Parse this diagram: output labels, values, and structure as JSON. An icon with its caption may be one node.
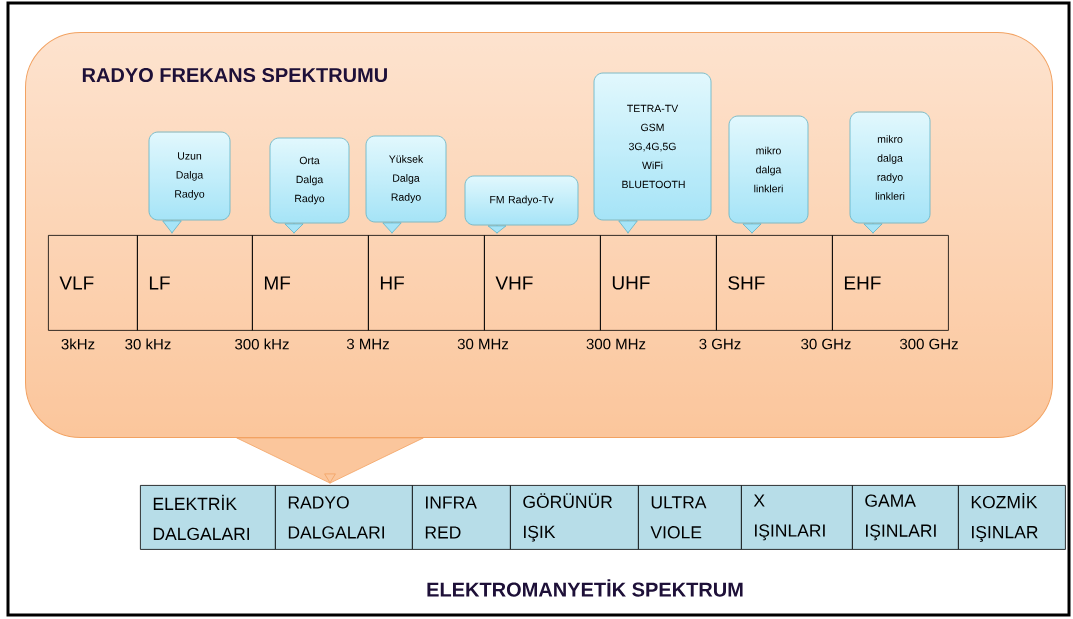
{
  "diagram": {
    "caption": "ELEKTROMANYETİK SPEKTRUM",
    "nodes": [
      {
        "text": [
          "RADYO FREKANS SPEKTRUMU"
        ]
      },
      {
        "text": [
          "Uzun Dalga Radyo"
        ],
        "in": 0
      },
      {
        "text": [
          "Orta Dalga Radyo"
        ],
        "in": 0
      },
      {
        "text": [
          "Yüksek Dalga Radyo"
        ],
        "in": 0
      },
      {
        "text": [
          "FM Radyo-Tv"
        ],
        "in": 0
      },
      {
        "text": [
          "TETRA-TV GSM 3G,4G,5G WiFi BLUETOOTH"
        ],
        "in": 0
      },
      {
        "text": [
          "mikro dalga linkleri"
        ],
        "in": 0
      },
      {
        "text": [
          "mikro dalga radyo linkleri"
        ],
        "in": 0
      },
      {
        "text": [
          "VLF"
        ],
        "in": 0
      },
      {
        "text": [
          "LF"
        ],
        "in": 0
      },
      {
        "text": [
          "MF"
        ],
        "in": 0
      },
      {
        "text": [
          "HF"
        ],
        "in": 0
      },
      {
        "text": [
          "VHF"
        ],
        "in": 0
      },
      {
        "text": [
          "UHF"
        ],
        "in": 0
      },
      {
        "text": [
          "SHF"
        ],
        "in": 0
      },
      {
        "text": [
          "EHF"
        ],
        "in": 0
      },
      {
        "text": [
          "ELEKTRİK DALGALARI"
        ]
      },
      {
        "text": [
          "RADYO DALGALARI"
        ]
      },
      {
        "text": [
          "INFRA RED"
        ]
      },
      {
        "text": [
          "GÖRÜNÜR IŞIK"
        ]
      },
      {
        "text": [
          "ULTRA VIOLE"
        ]
      },
      {
        "text": [
          "X IŞINLARI"
        ]
      },
      {
        "text": [
          "GAMA IŞINLARI"
        ]
      },
      {
        "text": [
          "KOZMİK IŞINLAR"
        ]
      }
    ],
    "edges": [
      {
        "from": 1,
        "to": 9,
        "arrow": "to"
      },
      {
        "from": 2,
        "to": 10,
        "arrow": "to"
      },
      {
        "from": 3,
        "to": 11,
        "arrow": "to"
      },
      {
        "from": 4,
        "to": 12,
        "arrow": "to"
      },
      {
        "from": 5,
        "to": 13,
        "arrow": "to"
      },
      {
        "from": 6,
        "to": 14,
        "arrow": "to"
      },
      {
        "from": 7,
        "to": 15,
        "arrow": "to"
      },
      {
        "from": 0,
        "to": 17,
        "arrow": "to",
        "color": "#f2a262"
      }
    ],
    "labels": [
      "3kHz",
      "30 kHz",
      "300 kHz",
      "3 MHz",
      "30 MHz",
      "300 MHz",
      "3 GHz",
      "30 GHz",
      "300 GHz"
    ]
  }
}
